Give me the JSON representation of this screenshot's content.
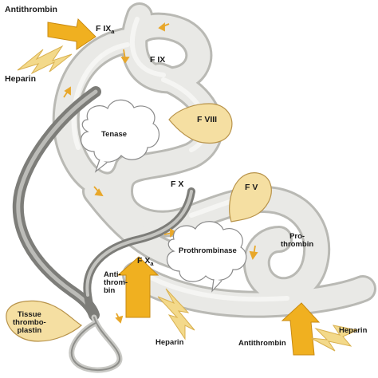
{
  "labels": {
    "antithrombin_top": "Antithrombin",
    "heparin_top": "Heparin",
    "f_ixa": "F IX",
    "f_ixa_sub": "a",
    "f_ix": "F IX",
    "f_viii": "F VIII",
    "tenase": "Tenase",
    "f_x": "F X",
    "f_v": "F V",
    "prothrombinase": "Prothrombinase",
    "prothrombin_line1": "Pro-",
    "prothrombin_line2": "thrombin",
    "f_xa": "F X",
    "f_xa_sub": "a",
    "antithrombin_mid_line1": "Anti-",
    "antithrombin_mid_line2": "throm-",
    "antithrombin_mid_line3": "bin",
    "heparin_mid": "Heparin",
    "tissue_line1": "Tissue",
    "tissue_line2": "thrombo-",
    "tissue_line3": "plastin",
    "antithrombin_bottom": "Antithrombin",
    "heparin_bottom": "Heparin"
  },
  "colors": {
    "tube_fill": "#e9e9e6",
    "tube_edge": "#b9b9b4",
    "catheter_dark": "#8e8e8a",
    "catheter_light": "#c8c8c4",
    "block_arrow": "#f0b020",
    "block_arrow_edge": "#c98a10",
    "lightning": "#f3d98a",
    "lightning_edge": "#d9b150",
    "drop_fill": "#f5dfa2",
    "drop_edge": "#b8934a",
    "cloud_fill": "#ffffff",
    "cloud_edge": "#8a8a8a",
    "flow_arrow": "#e8a72a"
  }
}
